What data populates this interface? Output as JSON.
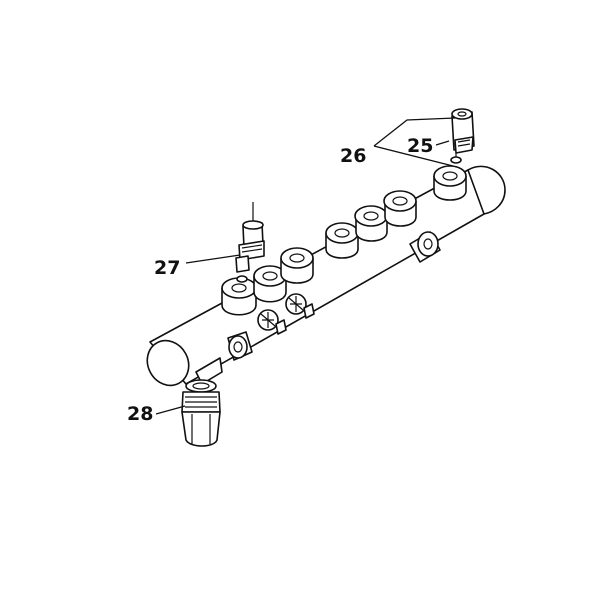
{
  "diagram": {
    "callouts": {
      "c25": "25",
      "c26": "26",
      "c27": "27",
      "c28": "28"
    }
  }
}
